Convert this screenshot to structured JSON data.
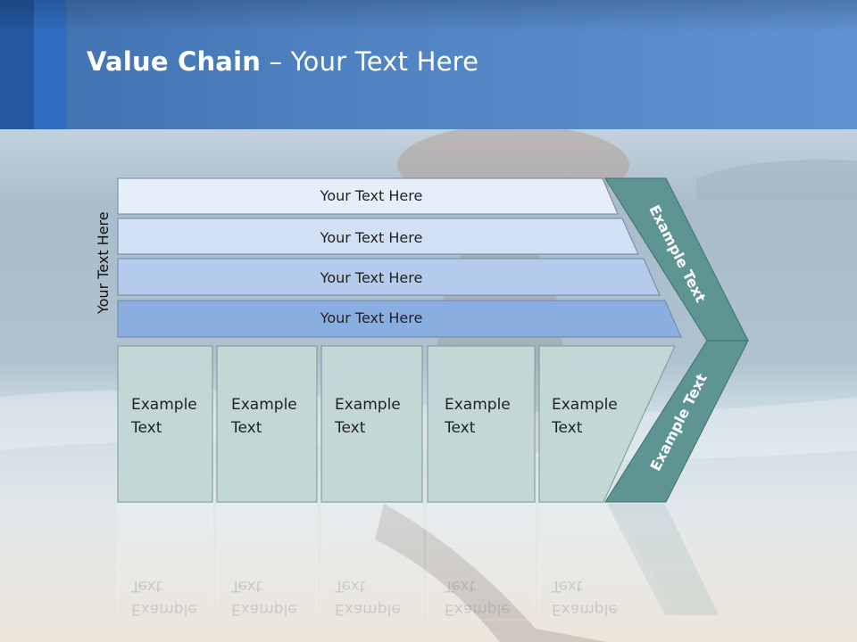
{
  "header": {
    "title_bold": "Value Chain",
    "title_rest": " – Your Text Here"
  },
  "side_label": "Your Text Here",
  "rows": [
    {
      "label": "Your Text Here",
      "fill": "#e6eef9"
    },
    {
      "label": "Your Text Here",
      "fill": "#d1e0f3"
    },
    {
      "label": "Your Text Here",
      "fill": "#b5cbeb"
    },
    {
      "label": "Your Text Here",
      "fill": "#8aaee0"
    }
  ],
  "boxes": [
    {
      "line1": "Example",
      "line2": "Text"
    },
    {
      "line1": "Example",
      "line2": "Text"
    },
    {
      "line1": "Example",
      "line2": "Text"
    },
    {
      "line1": "Example",
      "line2": "Text"
    },
    {
      "line1": "Example",
      "line2": "Text"
    }
  ],
  "arrow": {
    "upper_label": "Example Text",
    "lower_label": "Example Text",
    "color": "#5e9593"
  },
  "colors": {
    "box_fill": "#c3d8d5",
    "header": "#4f82c1"
  }
}
